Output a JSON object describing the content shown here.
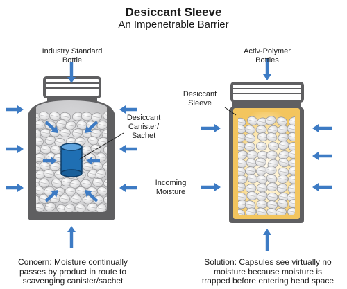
{
  "title": "Desiccant Sleeve",
  "subtitle": "An Impenetrable Barrier",
  "left_bottle": {
    "label_lines": [
      "Industry Standard",
      "Bottle"
    ],
    "canister_label_lines": [
      "Desiccant",
      "Canister/",
      "Sachet"
    ],
    "caption_lines": [
      "Concern: Moisture continually",
      "passes by product in route to",
      "scavenging canister/sachet"
    ]
  },
  "right_bottle": {
    "label_lines": [
      "Activ-Polymer",
      "Bottles"
    ],
    "sleeve_label_lines": [
      "Desiccant",
      "Sleeve"
    ],
    "caption_lines": [
      "Solution: Capsules see virtually no",
      "moisture because moisture is",
      "trapped before entering head space"
    ]
  },
  "moisture_label_lines": [
    "Incoming",
    "Moisture"
  ],
  "colors": {
    "bottle_wall": "#5f5f61",
    "bottle_interior": "#d6d6d8",
    "canister": "#1f6fb3",
    "sleeve_fill": "#f6d27a",
    "sleeve_glow": "#fff6d8",
    "arrow": "#3d7bc4"
  }
}
